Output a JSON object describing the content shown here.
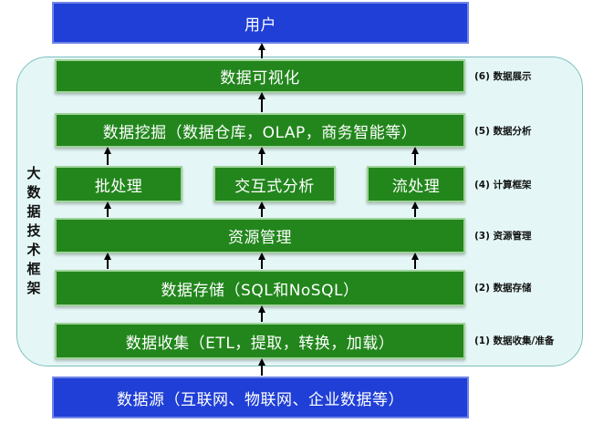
{
  "users": "用户",
  "side_label": "大数据技术框架",
  "layers": {
    "visualization": "数据可视化",
    "mining": "数据挖掘（数据仓库，OLAP，商务智能等）",
    "batch": "批处理",
    "interactive": "交互式分析",
    "stream": "流处理",
    "resource": "资源管理",
    "storage": "数据存储（SQL和NoSQL）",
    "collection": "数据收集（ETL，提取，转换，加载）"
  },
  "source": "数据源（互联网、物联网、企业数据等）",
  "layer_labels": {
    "l6": "(6) 数据展示",
    "l5": "(5) 数据分析",
    "l4": "(4) 计算框架",
    "l3": "(3) 资源管理",
    "l2": "(2) 数据存储",
    "l1": "(1) 数据收集/准备"
  },
  "colors": {
    "green_box": "#22861c",
    "blue_box": "#1f3fd6",
    "frame_fill": "#e4f7f6"
  }
}
